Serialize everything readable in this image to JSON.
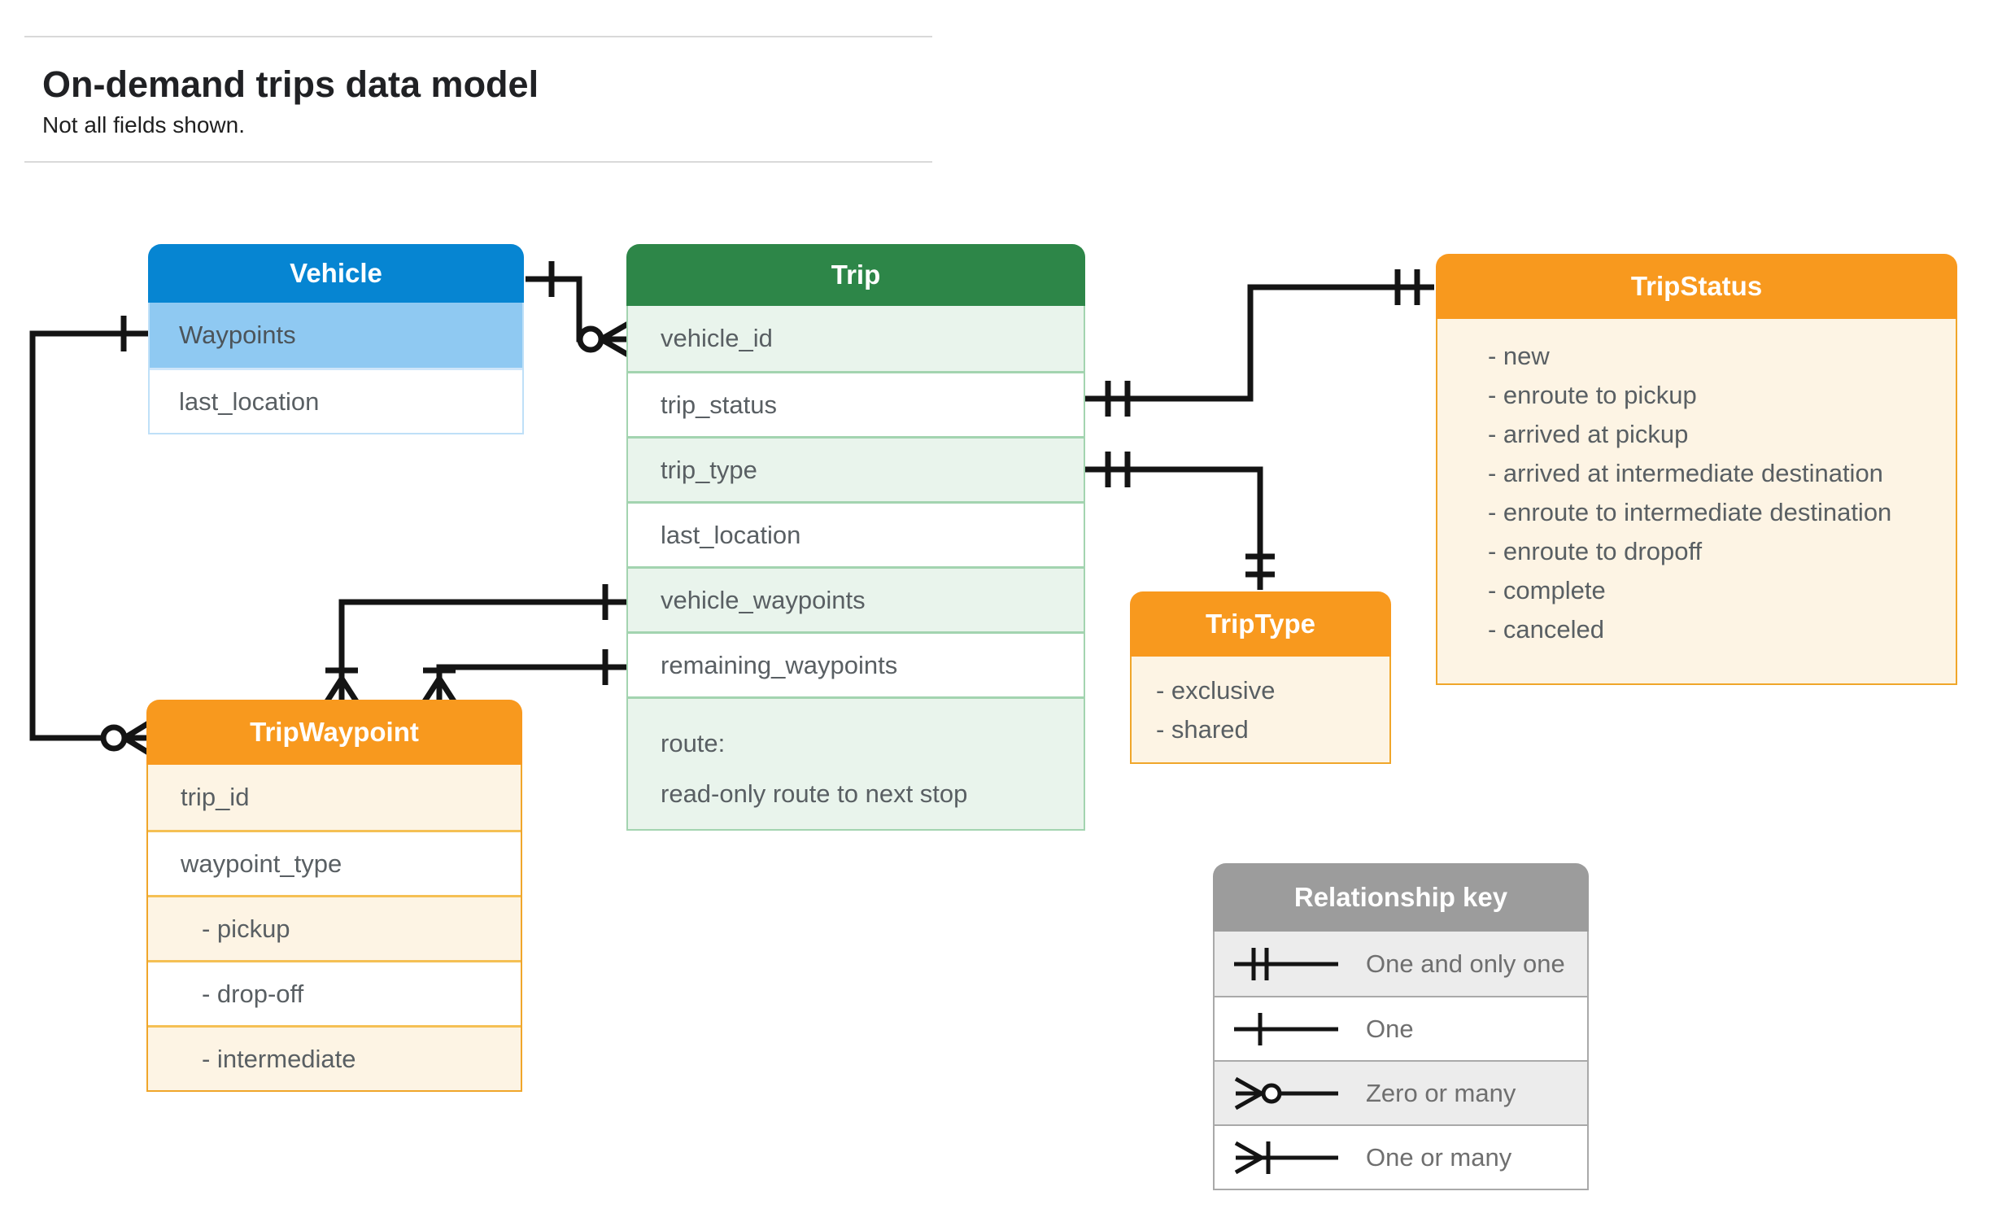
{
  "page": {
    "title": "On-demand trips data model",
    "subtitle": "Not all fields shown."
  },
  "entities": {
    "vehicle": {
      "title": "Vehicle",
      "fields": [
        {
          "label": "Waypoints",
          "highlight": true
        },
        {
          "label": "last_location"
        }
      ]
    },
    "trip": {
      "title": "Trip",
      "fields": [
        {
          "label": "vehicle_id"
        },
        {
          "label": "trip_status"
        },
        {
          "label": "trip_type"
        },
        {
          "label": "last_location"
        },
        {
          "label": "vehicle_waypoints"
        },
        {
          "label": "remaining_waypoints"
        }
      ],
      "route_field": {
        "label": "route:",
        "description": "read-only route to next stop"
      }
    },
    "trip_status": {
      "title": "TripStatus",
      "values": [
        "- new",
        "- enroute to pickup",
        "- arrived at pickup",
        "- arrived at intermediate destination",
        "- enroute to intermediate destination",
        "- enroute to dropoff",
        "- complete",
        "- canceled"
      ]
    },
    "trip_type": {
      "title": "TripType",
      "values": [
        "- exclusive",
        "- shared"
      ]
    },
    "trip_waypoint": {
      "title": "TripWaypoint",
      "fields": [
        {
          "label": "trip_id"
        },
        {
          "label": "waypoint_type"
        },
        {
          "label": "- pickup",
          "indent": true
        },
        {
          "label": "- drop-off",
          "indent": true
        },
        {
          "label": "- intermediate",
          "indent": true
        }
      ]
    }
  },
  "relationships": [
    {
      "from": "Vehicle",
      "to": "Trip.vehicle_id",
      "from_cardinality": "one",
      "to_cardinality": "zero-or-many"
    },
    {
      "from": "Vehicle.Waypoints",
      "to": "TripWaypoint",
      "from_cardinality": "one",
      "to_cardinality": "zero-or-many"
    },
    {
      "from": "Trip.trip_status",
      "to": "TripStatus",
      "from_cardinality": "one-and-only-one",
      "to_cardinality": "one-and-only-one"
    },
    {
      "from": "Trip.trip_type",
      "to": "TripType",
      "from_cardinality": "one-and-only-one",
      "to_cardinality": "one-and-only-one"
    },
    {
      "from": "Trip.vehicle_waypoints",
      "to": "TripWaypoint",
      "from_cardinality": "one",
      "to_cardinality": "one-or-many"
    },
    {
      "from": "Trip.remaining_waypoints",
      "to": "TripWaypoint",
      "from_cardinality": "one",
      "to_cardinality": "one-or-many"
    }
  ],
  "legend": {
    "title": "Relationship key",
    "items": [
      {
        "symbol": "one-and-only-one",
        "label": "One and only one"
      },
      {
        "symbol": "one",
        "label": "One"
      },
      {
        "symbol": "zero-or-many",
        "label": "Zero or many"
      },
      {
        "symbol": "one-or-many",
        "label": "One or many"
      }
    ]
  },
  "colors": {
    "vehicle_header": "#0685d2",
    "vehicle_highlight_row": "#8fc9f2",
    "trip_header": "#2d8648",
    "trip_row_tint": "#e9f4ec",
    "orange_header": "#f8991e",
    "orange_body": "#fdf4e4",
    "legend_header": "#9c9c9c",
    "legend_row_tint": "#ececec",
    "field_text": "#595f63",
    "connector": "#141414"
  }
}
